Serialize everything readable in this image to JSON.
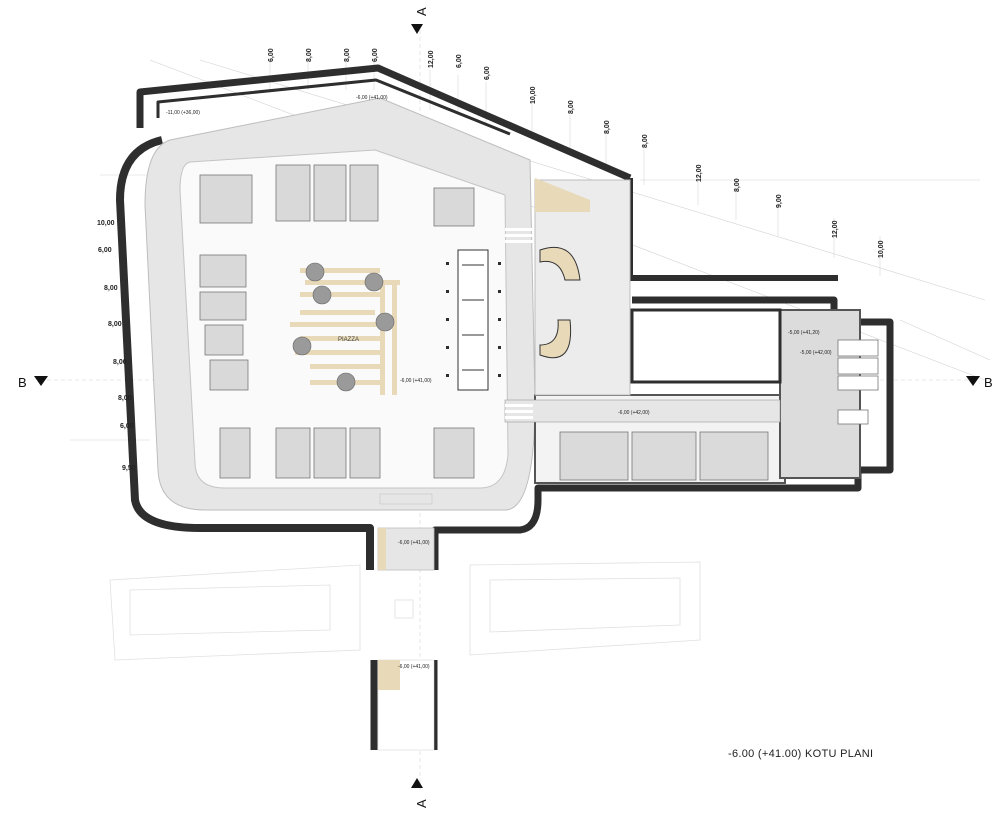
{
  "title": "-6.00 (+41.00) KOTU PLANI",
  "piazza_label": "PIAZZA",
  "section_markers": {
    "a_top": "A",
    "a_bottom": "A",
    "b_left": "B",
    "b_right": "B"
  },
  "level_marks": {
    "top_left": "-11,00 (+36,00)",
    "top_center": "-6,00 (+41,00)",
    "plaza": "-6,00 (+41,00)",
    "corridor": "-6,00 (+42,00)",
    "east_upper": "-5,00 (+41,20)",
    "east_lower": "-5,00 (+42,00)",
    "south_entry": "-6,00 (+41,00)",
    "south_lower": "-6,00 (+41,00)"
  },
  "dimensions": {
    "top": [
      "6,00",
      "8,00",
      "8,00",
      "6,00",
      "12,00",
      "6,00",
      "6,00",
      "10,00",
      "8,00",
      "8,00",
      "8,00",
      "12,00",
      "8,00",
      "9,00",
      "12,00",
      "10,00"
    ],
    "left": [
      "10,00",
      "6,00",
      "8,00",
      "8,00",
      "8,00",
      "8,00",
      "6,00",
      "9,50"
    ]
  },
  "colors": {
    "wall": "#2e2e2e",
    "road": "#e6e6e6",
    "room": "#d9d9d9",
    "accent": "#e8d9b8",
    "line": "#9a9a9a"
  }
}
